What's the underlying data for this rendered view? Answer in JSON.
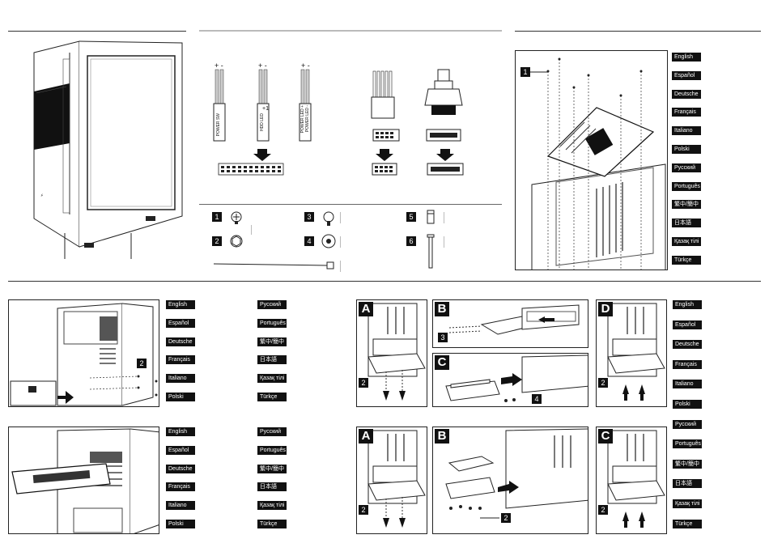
{
  "languages_a": [
    "English",
    "Español",
    "Deutsche",
    "Français",
    "Italiano",
    "Polski",
    "Русский",
    "Português",
    "繁中/簡中",
    "日本語",
    "Қазақ тілі",
    "Türkçe"
  ],
  "languages_psu_left": [
    "English",
    "Español",
    "Deutsche",
    "Français",
    "Italiano",
    "Polski"
  ],
  "languages_psu_right": [
    "Русский",
    "Português",
    "繁中/簡中",
    "日本語",
    "Қазақ тілі",
    "Türkçe"
  ],
  "languages_gpu_left": [
    "English",
    "Español",
    "Deutsche",
    "Français",
    "Italiano",
    "Polski"
  ],
  "languages_gpu_right": [
    "Русский",
    "Português",
    "繁中/簡中",
    "日本語",
    "Қазақ тілі",
    "Türkçe"
  ],
  "languages_hdd1": [
    "English",
    "Español",
    "Deutsche",
    "Français",
    "Italiano",
    "Polski",
    "Русский",
    "Português",
    "繁中/簡中",
    "日本語",
    "Қазақ тілі",
    "Türkçe"
  ],
  "connectors": {
    "plus_minus": "+  -",
    "power_sw": "POWER SW",
    "hdd_led": "HDD LED",
    "power_led": "POWER LED +",
    "power_led_minus": "POWER LED -",
    "hdd_plus": "+1"
  },
  "screws": [
    "1",
    "2",
    "3",
    "4",
    "5",
    "6"
  ],
  "steps": {
    "mb_step": "1",
    "psu_step": "2",
    "hdd_a": "A",
    "hdd_b": "B",
    "hdd_c": "C",
    "hdd_d": "D",
    "hdd_num_2": "2",
    "hdd_num_3": "3",
    "hdd_num_4": "4"
  }
}
